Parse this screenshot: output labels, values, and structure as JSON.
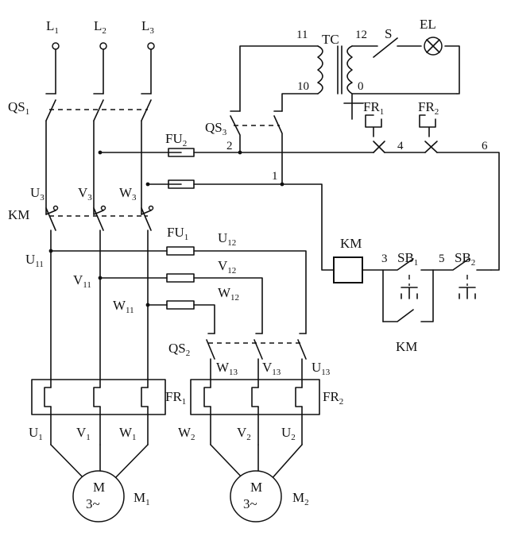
{
  "labels": {
    "L1": "L",
    "L1_sub": "1",
    "L2": "L",
    "L2_sub": "2",
    "L3": "L",
    "L3_sub": "3",
    "QS1": "QS",
    "QS1_sub": "1",
    "QS2": "QS",
    "QS2_sub": "2",
    "QS3": "QS",
    "QS3_sub": "3",
    "TC": "TC",
    "n11": "11",
    "n12": "12",
    "n10": "10",
    "n0": "0",
    "S": "S",
    "EL": "EL",
    "FR1": "FR",
    "FR1_sub": "1",
    "FR2": "FR",
    "FR2_sub": "2",
    "FU2": "FU",
    "FU2_sub": "2",
    "FU1": "FU",
    "FU1_sub": "1",
    "n2": "2",
    "n1": "1",
    "n4": "4",
    "n6": "6",
    "n3": "3",
    "n5": "5",
    "U3": "U",
    "U3_sub": "3",
    "V3": "V",
    "V3_sub": "3",
    "W3": "W",
    "W3_sub": "3",
    "KM_main": "KM",
    "KM_coil": "KM",
    "KM_aux": "KM",
    "SB1": "SB",
    "SB1_sub": "1",
    "SB2": "SB",
    "SB2_sub": "2",
    "U11": "U",
    "U11_sub": "11",
    "V11": "V",
    "V11_sub": "11",
    "W11": "W",
    "W11_sub": "11",
    "U12": "U",
    "U12_sub": "12",
    "V12": "V",
    "V12_sub": "12",
    "W12": "W",
    "W12_sub": "12",
    "W13": "W",
    "W13_sub": "13",
    "V13": "V",
    "V13_sub": "13",
    "U13": "U",
    "U13_sub": "13",
    "FR1_main": "FR",
    "FR1_main_sub": "1",
    "FR2_main": "FR",
    "FR2_main_sub": "2",
    "U1": "U",
    "U1_sub": "1",
    "V1": "V",
    "V1_sub": "1",
    "W1": "W",
    "W1_sub": "1",
    "W2": "W",
    "W2_sub": "2",
    "V2": "V",
    "V2_sub": "2",
    "U2": "U",
    "U2_sub": "2",
    "M1_text": "M",
    "M1_phase": "3~",
    "M1": "M",
    "M1_sub": "1",
    "M2_text": "M",
    "M2_phase": "3~",
    "M2": "M",
    "M2_sub": "2"
  }
}
